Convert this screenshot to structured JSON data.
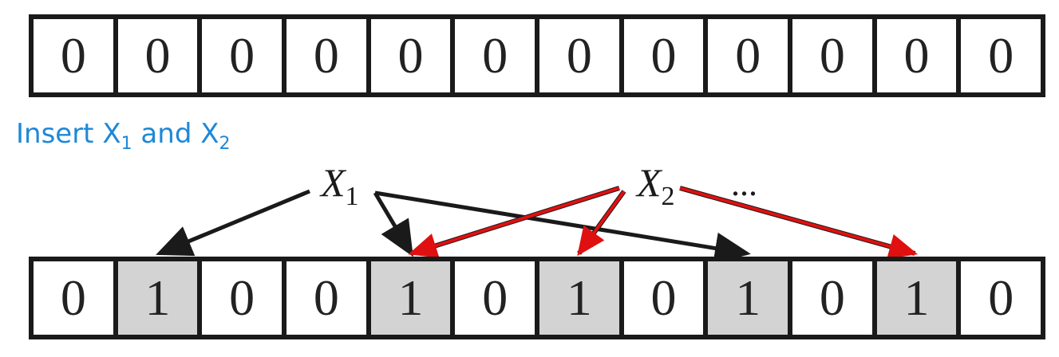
{
  "top_array": {
    "bits": [
      "0",
      "0",
      "0",
      "0",
      "0",
      "0",
      "0",
      "0",
      "0",
      "0",
      "0",
      "0"
    ]
  },
  "caption": {
    "prefix": "Insert X",
    "sub1": "1",
    "middle": " and X",
    "sub2": "2"
  },
  "elements": {
    "x1": {
      "letter": "X",
      "subscript": "1"
    },
    "x2": {
      "letter": "X",
      "subscript": "2"
    },
    "ellipsis": "..."
  },
  "bottom_array": {
    "bits": [
      "0",
      "1",
      "0",
      "0",
      "1",
      "0",
      "1",
      "0",
      "1",
      "0",
      "1",
      "0"
    ]
  },
  "hash_targets": {
    "x1": [
      1,
      4,
      8
    ],
    "x2": [
      4,
      6,
      10
    ]
  },
  "colors": {
    "caption": "#1e88d8",
    "x1_arrows": "#1a1a1a",
    "x2_arrows": "#e01010",
    "set_cell": "#d3d3d3"
  }
}
